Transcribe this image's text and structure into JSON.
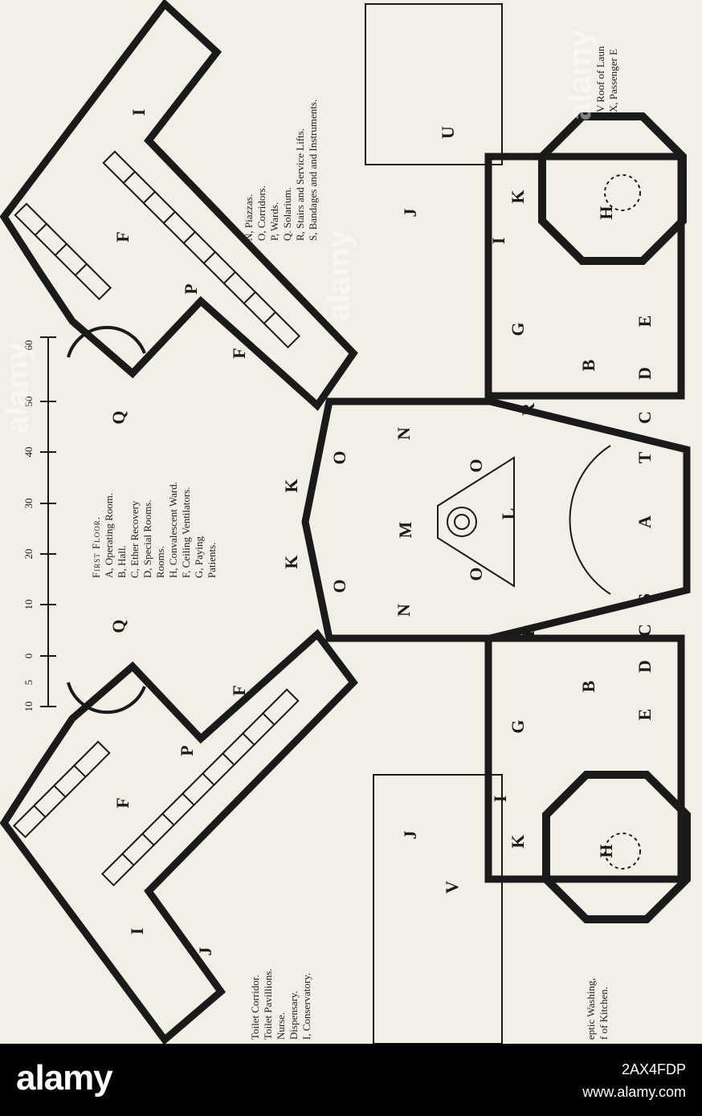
{
  "plan": {
    "rooms": {
      "A": "A",
      "B": "B",
      "C": "C",
      "D": "D",
      "E": "E",
      "F": "F",
      "G": "G",
      "H": "H",
      "I": "I",
      "J": "J",
      "K": "K",
      "L": "L",
      "M": "M",
      "N": "N",
      "O": "O",
      "P": "P",
      "Q": "Q",
      "R": "R",
      "S": "S",
      "T": "T",
      "U": "U",
      "V": "V"
    },
    "scale_ticks": [
      "10",
      "5",
      "0",
      "10",
      "20",
      "30",
      "40",
      "50",
      "60"
    ]
  },
  "legend": {
    "heading": "First Floor.",
    "col1": [
      "A, Operating Room.",
      "B, Hall.",
      "C, Ether Recovery",
      "D, Special Rooms.",
      "Rooms.",
      "H, Convalescent Ward.",
      "F, Ceiling Ventilators.",
      "G, Paying",
      "Patients."
    ],
    "col2": [
      "N, Piazzas.",
      "O, Corridors.",
      "P, Wards.",
      "Q. Solarium.",
      "R, Stairs and Service Lifts.",
      "S, Bandages and and Instruments."
    ],
    "col3": [
      "V Roof of Laun",
      "X, Passenger E"
    ],
    "left1": [
      "Toilet Corridor.",
      "Toilet Pavillions.",
      "Nurse.",
      "Dispensary.",
      "I, Conservatory."
    ],
    "left2": [
      "eptic Washing,",
      "f of Kitchen."
    ]
  },
  "banner": {
    "brand": "alamy",
    "image_id": "2AX4FDP",
    "site": "www.alamy.com"
  },
  "watermark": "alamy"
}
